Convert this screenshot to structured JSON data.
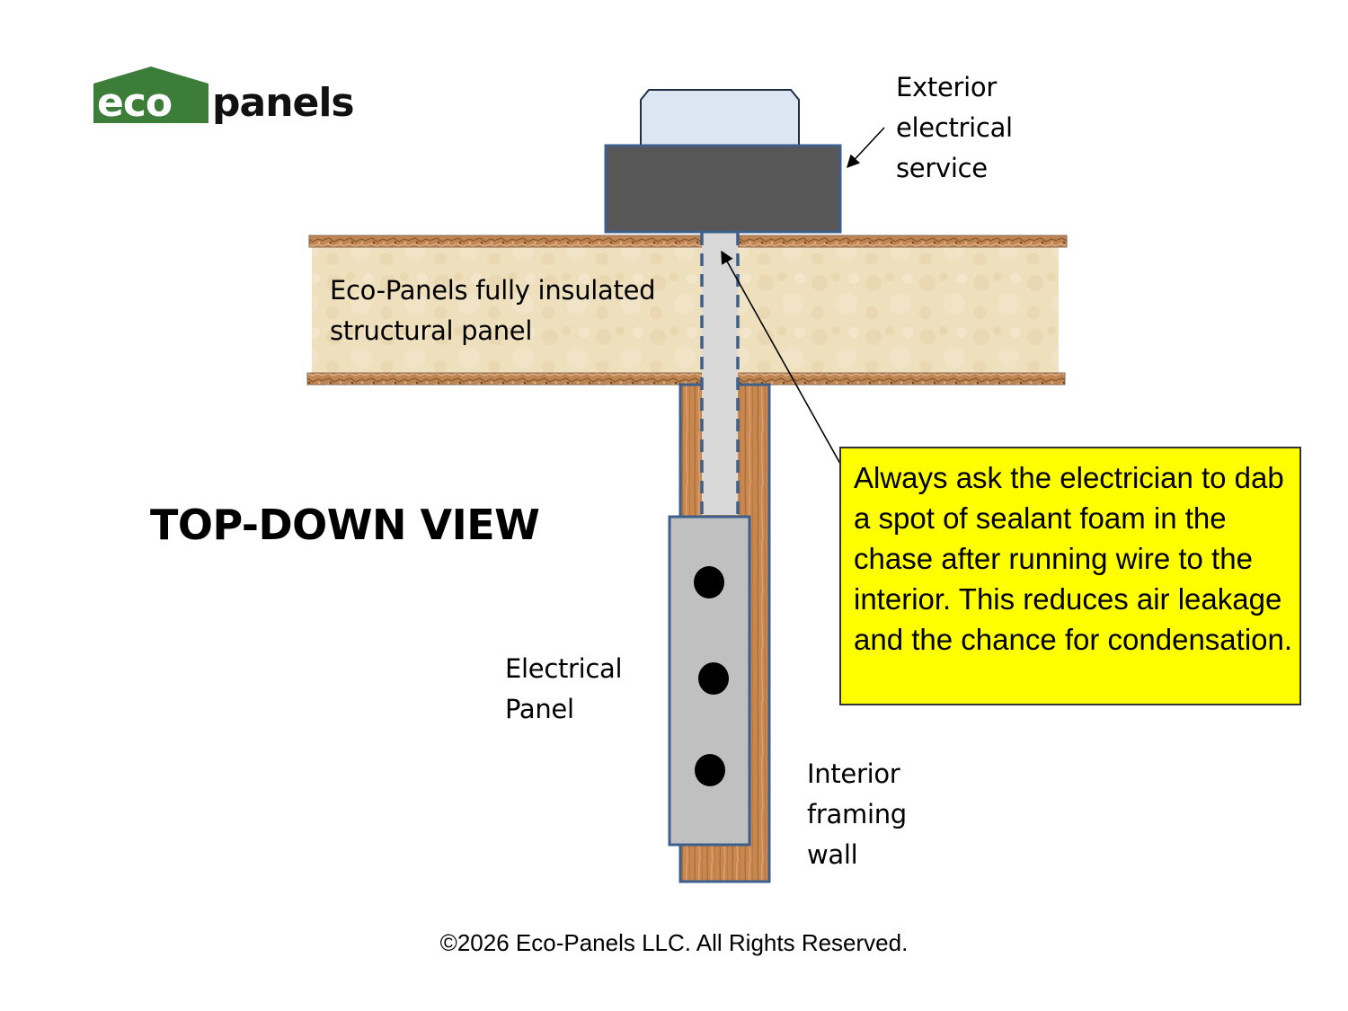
{
  "logo": {
    "eco_text": "eco",
    "panels_text": "panels",
    "brand_color": "#3c7d3a"
  },
  "labels": {
    "exterior_service": "Exterior\nelectrical\nservice",
    "sip_panel": "Eco-Panels fully insulated\nstructural panel",
    "view_title": "TOP-DOWN VIEW",
    "electrical_panel": "Electrical\nPanel",
    "interior_wall": "Interior\nframing\nwall"
  },
  "callout": {
    "text": "Always ask the electrician to dab a spot of sealant foam in the chase after running wire to the interior.  This reduces air leakage and the chance for condensation.",
    "background": "#ffff00"
  },
  "footer": {
    "copyright": "©2026 Eco-Panels LLC. All Rights Reserved."
  },
  "colors": {
    "outline_blue": "#3d5f8c",
    "meter_dark": "#575757",
    "meter_cap": "#dce6f2",
    "chase_gray": "#d9d9d9",
    "panel_gray": "#c0c0c0",
    "osb": "#b87a4b",
    "foam": "#eedfbd",
    "stud_wood": "#c8874f"
  }
}
